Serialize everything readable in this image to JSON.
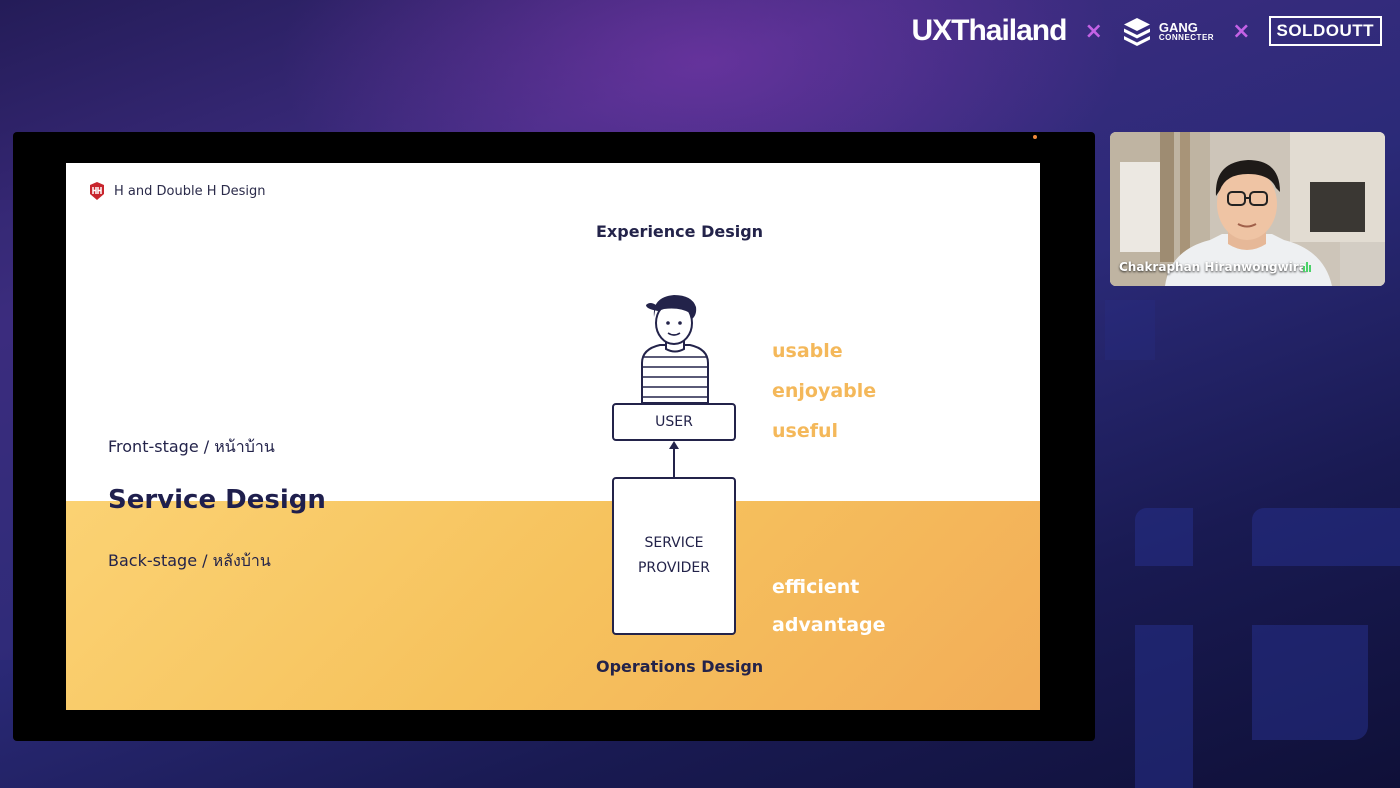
{
  "brands": {
    "ux_thailand": "UXThailand",
    "separator": "×",
    "gang_line1": "GANG",
    "gang_line2": "CONNECTER",
    "soldout": "SOLDOUTT"
  },
  "slide": {
    "logo_text": "H and Double H Design",
    "experience_design": "Experience Design",
    "operations_design": "Operations Design",
    "front_stage": "Front-stage / หน้าบ้าน",
    "service_design": "Service Design",
    "back_stage": "Back-stage / หลังบ้าน",
    "user_label": "USER",
    "provider_line1": "SERVICE",
    "provider_line2": "PROVIDER",
    "front_qualities": [
      "usable",
      "enjoyable",
      "useful"
    ],
    "back_qualities": [
      "efficient",
      "advantage"
    ],
    "colors": {
      "accent_orange": "#f4b85a",
      "navy_text": "#23234a",
      "backstage_band": "#f6c25d"
    }
  },
  "participant": {
    "name": "Chakraphan Hiranwongwira",
    "mic_status": "speaking"
  }
}
